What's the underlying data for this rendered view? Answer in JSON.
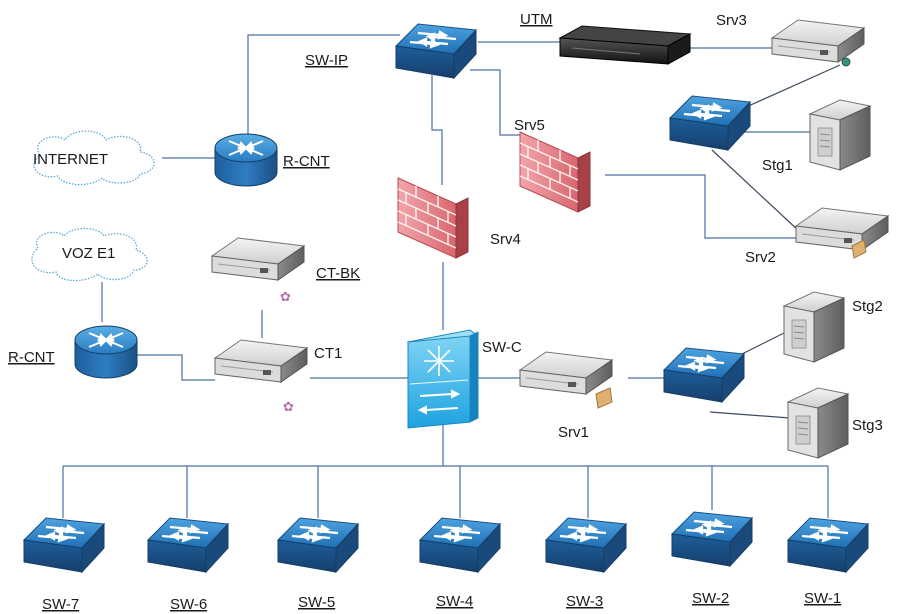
{
  "nodes": {
    "sw_ip": "SW-IP",
    "utm": "UTM",
    "srv3": "Srv3",
    "srv5": "Srv5",
    "stg1": "Stg1",
    "internet": "INTERNET",
    "r_cnt_top": "R-CNT",
    "srv4": "Srv4",
    "srv2": "Srv2",
    "voz_e1": "VOZ E1",
    "ct_bk": "CT-BK",
    "r_cnt_bottom": "R-CNT",
    "ct1": "CT1",
    "sw_c": "SW-C",
    "stg2": "Stg2",
    "srv1": "Srv1",
    "stg3": "Stg3",
    "access_switches": [
      "SW-7",
      "SW-6",
      "SW-5",
      "SW-4",
      "SW-3",
      "SW-2",
      "SW-1"
    ]
  },
  "icons": {
    "switch": "switch-icon",
    "router": "router-icon",
    "firewall": "firewall-icon",
    "server": "server-icon",
    "tower": "tower-server-icon",
    "utm": "utm-appliance-icon",
    "cloud": "cloud-icon",
    "core_switch": "core-switch-icon"
  },
  "colors": {
    "switch_blue": "#2d7fc4",
    "core_cyan": "#2fb6ea",
    "firewall_red": "#e8878d",
    "wire_blue": "#4a6fa5",
    "cloud_outline": "#5fa8d8"
  }
}
